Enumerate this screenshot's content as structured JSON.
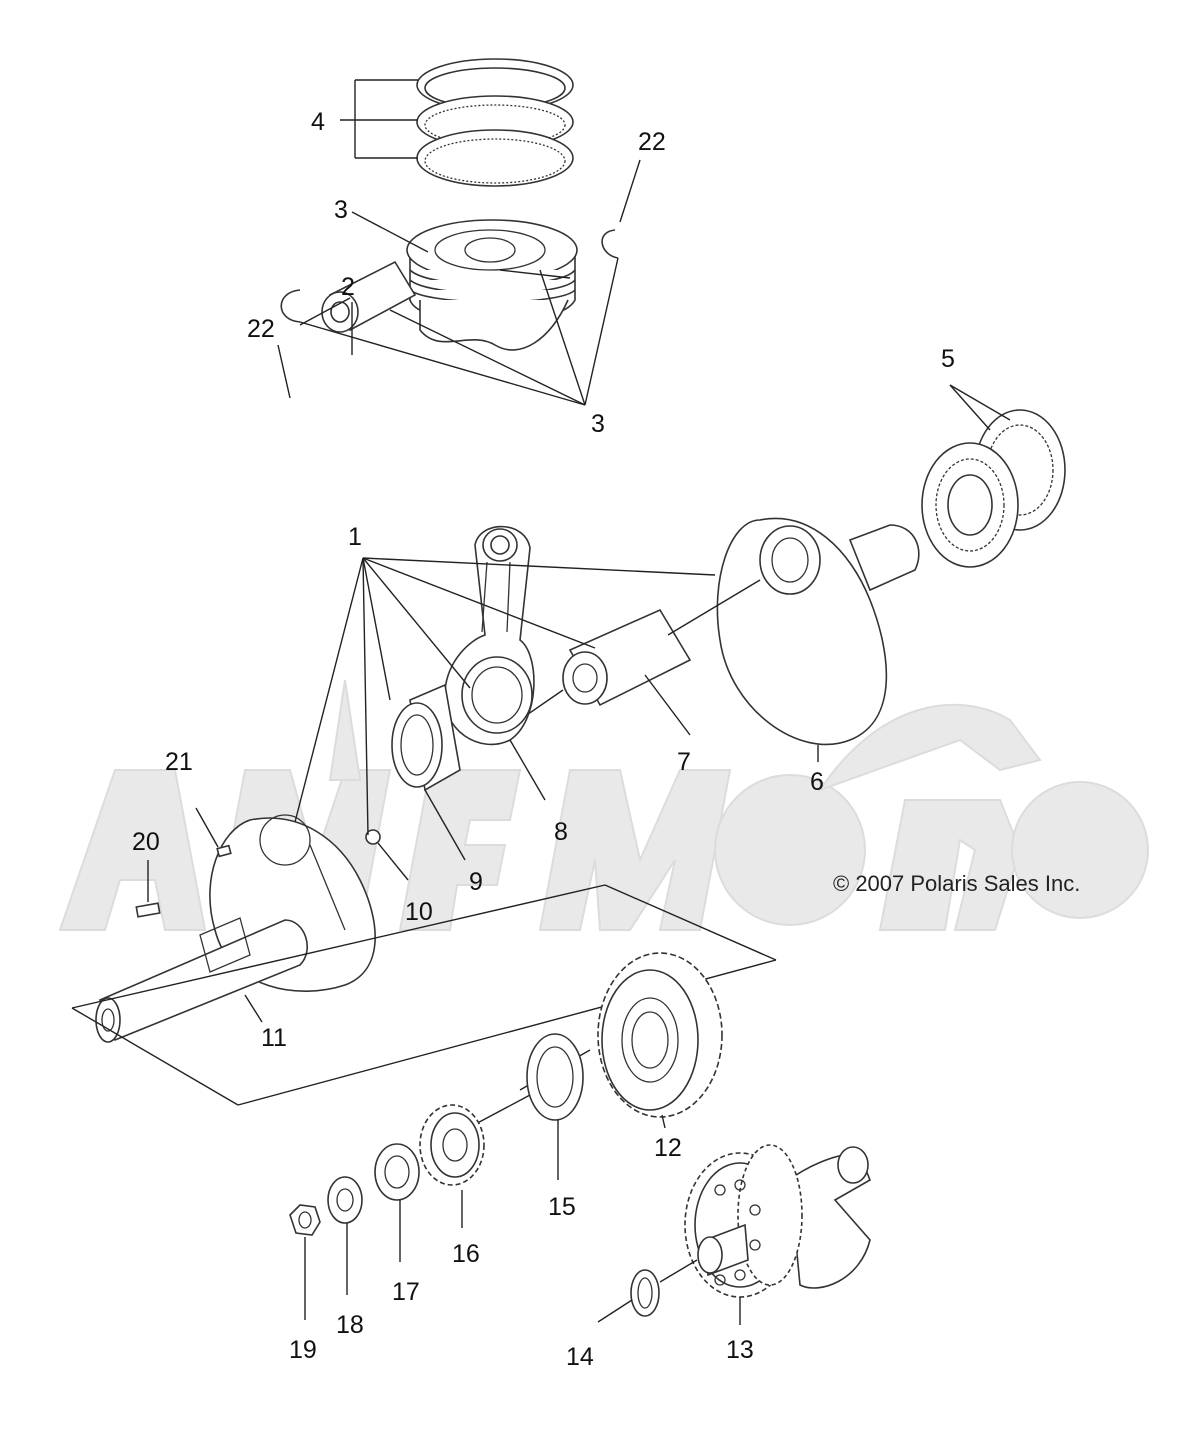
{
  "copyright": "© 2007 Polaris Sales Inc.",
  "callouts": [
    {
      "id": "label-4",
      "text": "4"
    },
    {
      "id": "label-22-top",
      "text": "22"
    },
    {
      "id": "label-3-top",
      "text": "3"
    },
    {
      "id": "label-2",
      "text": "2"
    },
    {
      "id": "label-22-left",
      "text": "22"
    },
    {
      "id": "label-3-bottom",
      "text": "3"
    },
    {
      "id": "label-5",
      "text": "5"
    },
    {
      "id": "label-1",
      "text": "1"
    },
    {
      "id": "label-7",
      "text": "7"
    },
    {
      "id": "label-6",
      "text": "6"
    },
    {
      "id": "label-8",
      "text": "8"
    },
    {
      "id": "label-21",
      "text": "21"
    },
    {
      "id": "label-9",
      "text": "9"
    },
    {
      "id": "label-20",
      "text": "20"
    },
    {
      "id": "label-10",
      "text": "10"
    },
    {
      "id": "label-11",
      "text": "11"
    },
    {
      "id": "label-12",
      "text": "12"
    },
    {
      "id": "label-15",
      "text": "15"
    },
    {
      "id": "label-16",
      "text": "16"
    },
    {
      "id": "label-17",
      "text": "17"
    },
    {
      "id": "label-19",
      "text": "19"
    },
    {
      "id": "label-18",
      "text": "18"
    },
    {
      "id": "label-14",
      "text": "14"
    },
    {
      "id": "label-13",
      "text": "13"
    }
  ]
}
